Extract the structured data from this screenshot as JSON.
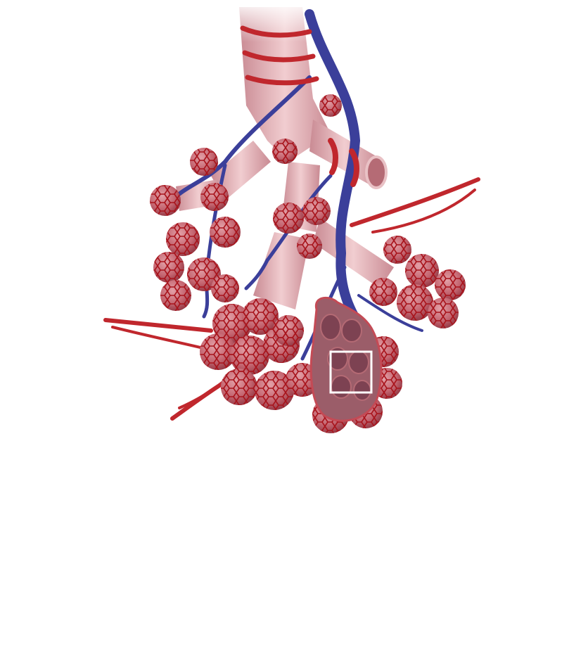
{
  "image": {
    "subject": "bronchiole-alveoli-illustration",
    "background": "#ffffff"
  },
  "colors": {
    "airway": "#e8b4b8",
    "airway_shade": "#c98a93",
    "alveolus": "#b94f5c",
    "alveolus_light": "#d9838c",
    "artery": "#c0272d",
    "vein": "#3b3f9a",
    "section_interior": "#8a4f5c",
    "highlight_box": "#ffffff"
  },
  "elements": [
    "bronchiole",
    "pulmonary-artery-branches",
    "pulmonary-vein-branches",
    "alveolar-sac-cluster",
    "capillary-network",
    "cross-section",
    "highlight-box"
  ]
}
